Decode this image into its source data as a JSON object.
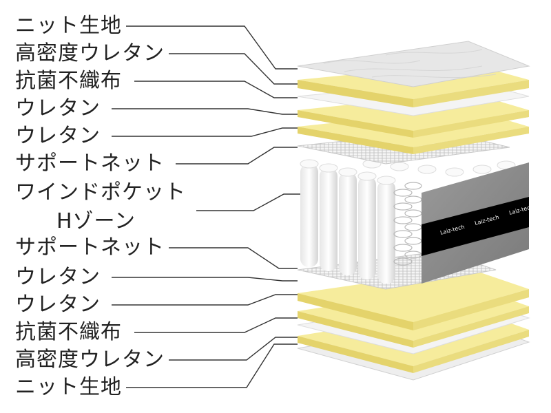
{
  "labels": [
    "ニット生地",
    "高密度ウレタン",
    "抗菌不織布",
    "ウレタン",
    "ウレタン",
    "サポートネット",
    "ワインドポケット",
    "Hゾーン",
    "サポートネット",
    "ウレタン",
    "ウレタン",
    "抗菌不織布",
    "高密度ウレタン",
    "ニット生地"
  ],
  "brand": "Laiz-tech",
  "colors": {
    "urethane": "#f6ec9c",
    "urethane_edge": "#e7d871",
    "knit": "#e9e9e9",
    "nonwoven": "#f3f3f3",
    "net": "#d9d9d9",
    "band": "#000000",
    "panel": "#8c8c8c",
    "leader": "#333333"
  }
}
